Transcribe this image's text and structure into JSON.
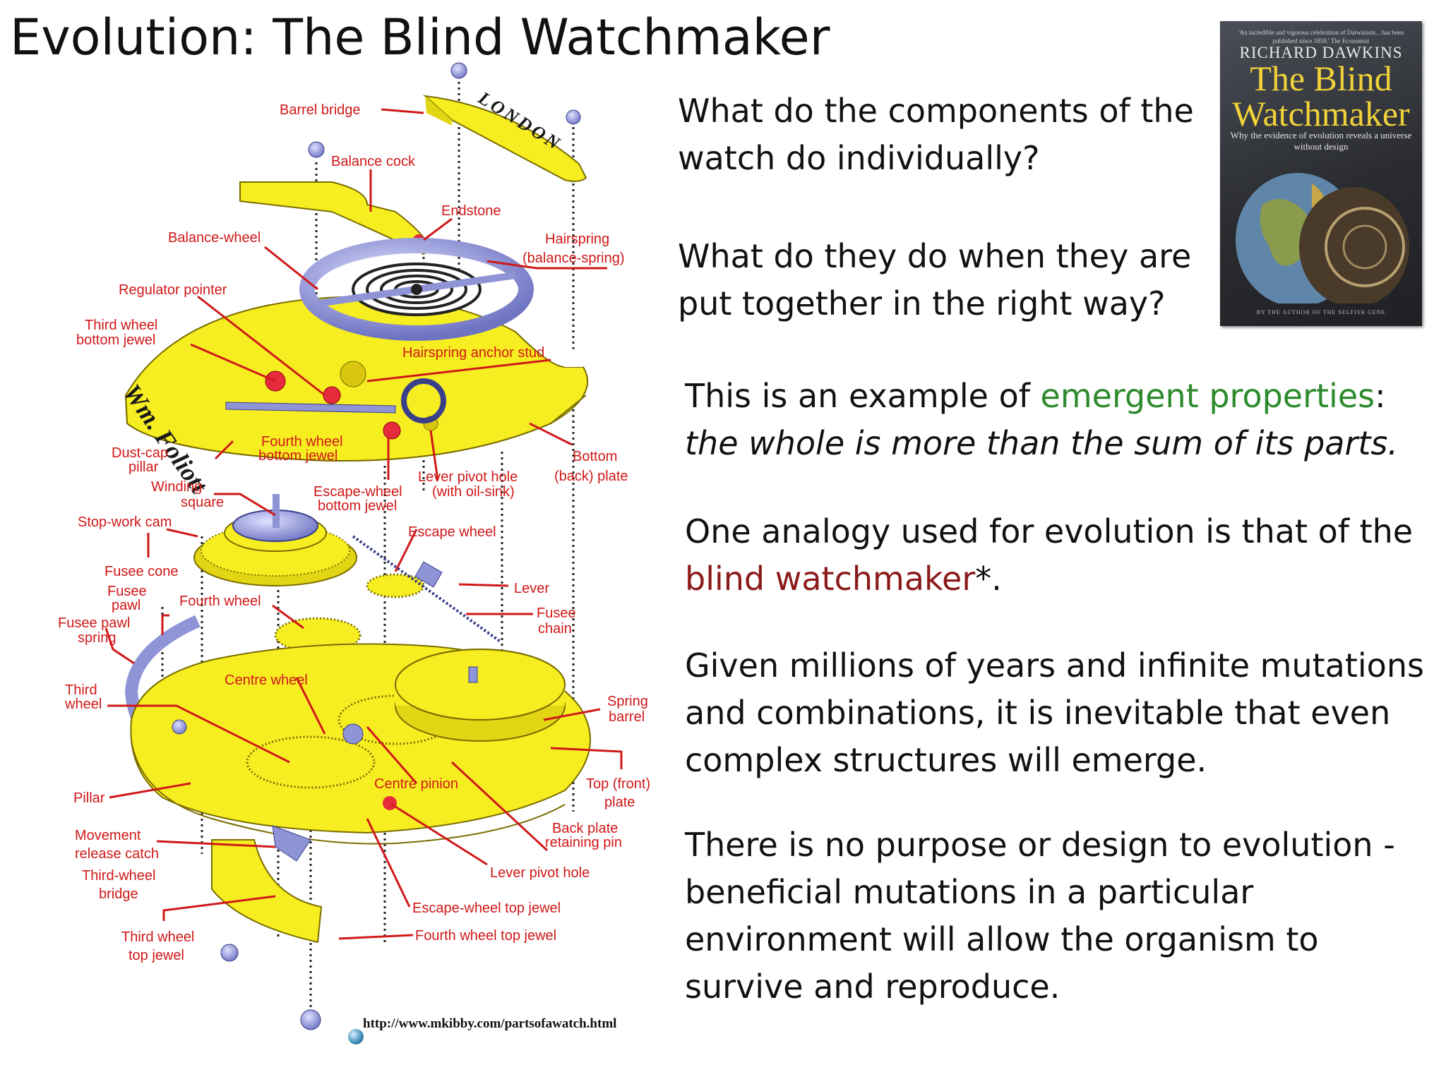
{
  "slide": {
    "title": "Evolution: The Blind Watchmaker",
    "source_url": "http://www.mkibby.com/partsofawatch.html"
  },
  "book_cover": {
    "top_note": "'An incredible and vigorous celebration of Darwinism... has been published since 1859.' The Economist",
    "author": "RICHARD DAWKINS",
    "title_line1": "The Blind",
    "title_line2": "Watchmaker",
    "subtitle": "Why the evidence of evolution reveals a universe without design",
    "bottom_note": "BY THE AUTHOR OF THE SELFISH GENE"
  },
  "diagram": {
    "engraving": "LONDON",
    "maker_mark": "Wm. Foliott",
    "labels": {
      "barrel_bridge": "Barrel bridge",
      "balance_cock": "Balance cock",
      "endstone": "Endstone",
      "balance_wheel": "Balance-wheel",
      "hairspring_1": "Hairspring",
      "hairspring_2": "(balance-spring)",
      "regulator_pointer": "Regulator pointer",
      "third_wheel_bottom_jewel_1": "Third wheel",
      "third_wheel_bottom_jewel_2": "bottom jewel",
      "hairspring_anchor_stud": "Hairspring anchor stud",
      "dust_cap_pillar_1": "Dust-cap",
      "dust_cap_pillar_2": "pillar",
      "fourth_wheel_bottom_jewel_1": "Fourth wheel",
      "fourth_wheel_bottom_jewel_2": "bottom jewel",
      "bottom_plate_1": "Bottom",
      "bottom_plate_2": "(back) plate",
      "winding_square_1": "Winding",
      "winding_square_2": "square",
      "lever_pivot_hole_oil_1": "Lever pivot hole",
      "lever_pivot_hole_oil_2": "(with oil-sink)",
      "escape_wheel_bottom_jewel_1": "Escape-wheel",
      "escape_wheel_bottom_jewel_2": "bottom jewel",
      "stop_work_cam": "Stop-work cam",
      "escape_wheel": "Escape wheel",
      "fusee_cone": "Fusee cone",
      "lever": "Lever",
      "fusee_pawl_1": "Fusee",
      "fusee_pawl_2": "pawl",
      "fourth_wheel": "Fourth wheel",
      "fusee_chain_1": "Fusee",
      "fusee_chain_2": "chain",
      "fusee_pawl_spring_1": "Fusee pawl",
      "fusee_pawl_spring_2": "spring",
      "centre_wheel": "Centre wheel",
      "third_wheel_1": "Third",
      "third_wheel_2": "wheel",
      "spring_barrel_1": "Spring",
      "spring_barrel_2": "barrel",
      "centre_pinion": "Centre pinion",
      "top_plate_1": "Top (front)",
      "top_plate_2": "plate",
      "pillar": "Pillar",
      "back_plate_pin_1": "Back plate",
      "back_plate_pin_2": "retaining pin",
      "movement_release_catch_1": "Movement",
      "movement_release_catch_2": "release catch",
      "lever_pivot_hole": "Lever pivot hole",
      "third_wheel_bridge_1": "Third-wheel",
      "third_wheel_bridge_2": "bridge",
      "escape_wheel_top_jewel": "Escape-wheel top jewel",
      "third_wheel_top_jewel_1": "Third wheel",
      "third_wheel_top_jewel_2": "top jewel",
      "fourth_wheel_top_jewel": "Fourth wheel top jewel"
    }
  },
  "text": {
    "q1_line1": "What do the components of the",
    "q1_line2": "watch do individually?",
    "q2_line1": "What do they do when they are",
    "q2_line2": "put together in the right way?",
    "p1_a": "This is an example of ",
    "p1_highlight": "emergent properties",
    "p1_b": ":",
    "p1_line2": "the whole is more than the sum of its parts.",
    "p2_line1": "One analogy used for evolution is that of the",
    "p2_highlight": "blind watchmaker",
    "p2_b": "*.",
    "p3_line1": "Given millions of years and infinite mutations",
    "p3_line2": "and combinations, it is inevitable that even",
    "p3_line3": "complex structures will emerge.",
    "p4_line1": "There is no purpose or design to evolution -",
    "p4_line2": "beneficial mutations in a particular",
    "p4_line3": "environment will allow the organism to",
    "p4_line4": "survive and reproduce."
  },
  "colors": {
    "brass": "#f7ee22",
    "label_red": "#d01818",
    "steel": "#8f94d6",
    "green_highlight": "#2d8a2d",
    "dark_red_highlight": "#8b1a1a"
  }
}
